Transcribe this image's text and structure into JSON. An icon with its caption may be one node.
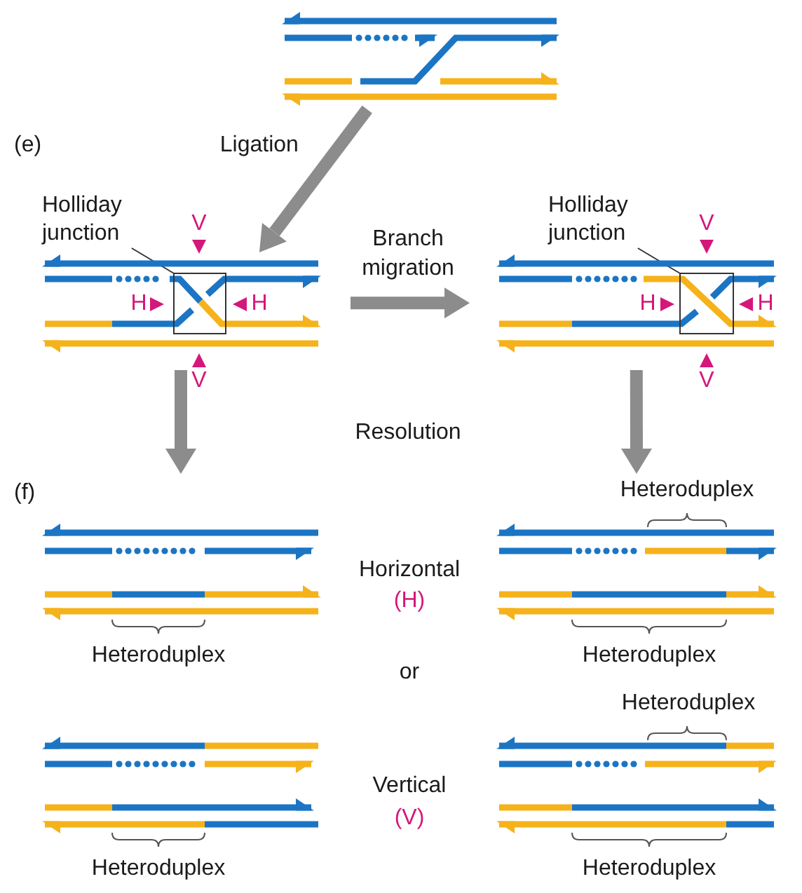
{
  "diagram": {
    "nodes": [
      {
        "text": [],
        "shape": "picture"
      },
      {
        "text": [],
        "shape": "picture"
      },
      {
        "text": [],
        "shape": "picture"
      },
      {
        "text": [],
        "shape": "picture",
        "beside": [
          "Heteroduplex"
        ]
      },
      {
        "text": [],
        "shape": "picture",
        "beside": [
          "Heteroduplex",
          "Heteroduplex"
        ]
      },
      {
        "text": [],
        "shape": "picture",
        "beside": [
          "Heteroduplex"
        ]
      },
      {
        "text": [],
        "shape": "picture",
        "beside": [
          "Heteroduplex",
          "Heteroduplex"
        ]
      },
      {
        "text": [
          "Holliday junction"
        ]
      },
      {
        "text": [
          "Holliday junction"
        ]
      }
    ],
    "edges": [
      {
        "from": 0,
        "to": 1,
        "arrow": "to",
        "label": "Ligation"
      },
      {
        "from": 1,
        "to": 2,
        "arrow": "to",
        "label": "Branch migration"
      },
      {
        "from": 1,
        "to": 3,
        "arrow": "to"
      },
      {
        "from": 2,
        "to": 4,
        "arrow": "to"
      },
      {
        "from": 7,
        "to": 1,
        "arrow": "none",
        "color": "#333333"
      },
      {
        "from": 8,
        "to": 2,
        "arrow": "none",
        "color": "#333333"
      }
    ],
    "labels": [
      "(e)",
      "V",
      "V",
      "H",
      "H",
      "H",
      "H",
      "V",
      "V",
      "Resolution",
      "(f)",
      "Horizontal",
      "(H)",
      "or",
      "Vertical",
      "(V)"
    ]
  }
}
